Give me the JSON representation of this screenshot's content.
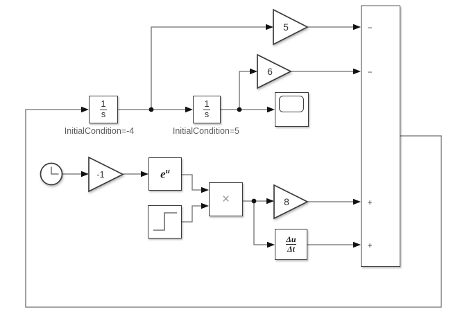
{
  "colors": {
    "background": "#ffffff",
    "wire": "#6e6e6e",
    "block_border": "#3c3c3c",
    "arrowhead": "#111111",
    "block_text": "#2e2e2e",
    "caption_text": "#5c5c5c",
    "product_symbol": "#9a9a9a"
  },
  "blocks": {
    "integrator1": {
      "num": "1",
      "den": "s",
      "caption": "InitialCondition=-4"
    },
    "integrator2": {
      "num": "1",
      "den": "s",
      "caption": "InitialCondition=5"
    },
    "gain_top": {
      "value": "5"
    },
    "gain_mid": {
      "value": "6"
    },
    "gain_neg": {
      "value": "-1"
    },
    "gain_bottom": {
      "value": "8"
    },
    "exp": {
      "base": "e",
      "sup": "u"
    },
    "product": {
      "symbol": "×"
    },
    "derivative": {
      "num": "Δu",
      "den": "Δt"
    },
    "sum": {
      "sign1": "−",
      "sign2": "−",
      "sign3": "+",
      "sign4": "+"
    }
  }
}
